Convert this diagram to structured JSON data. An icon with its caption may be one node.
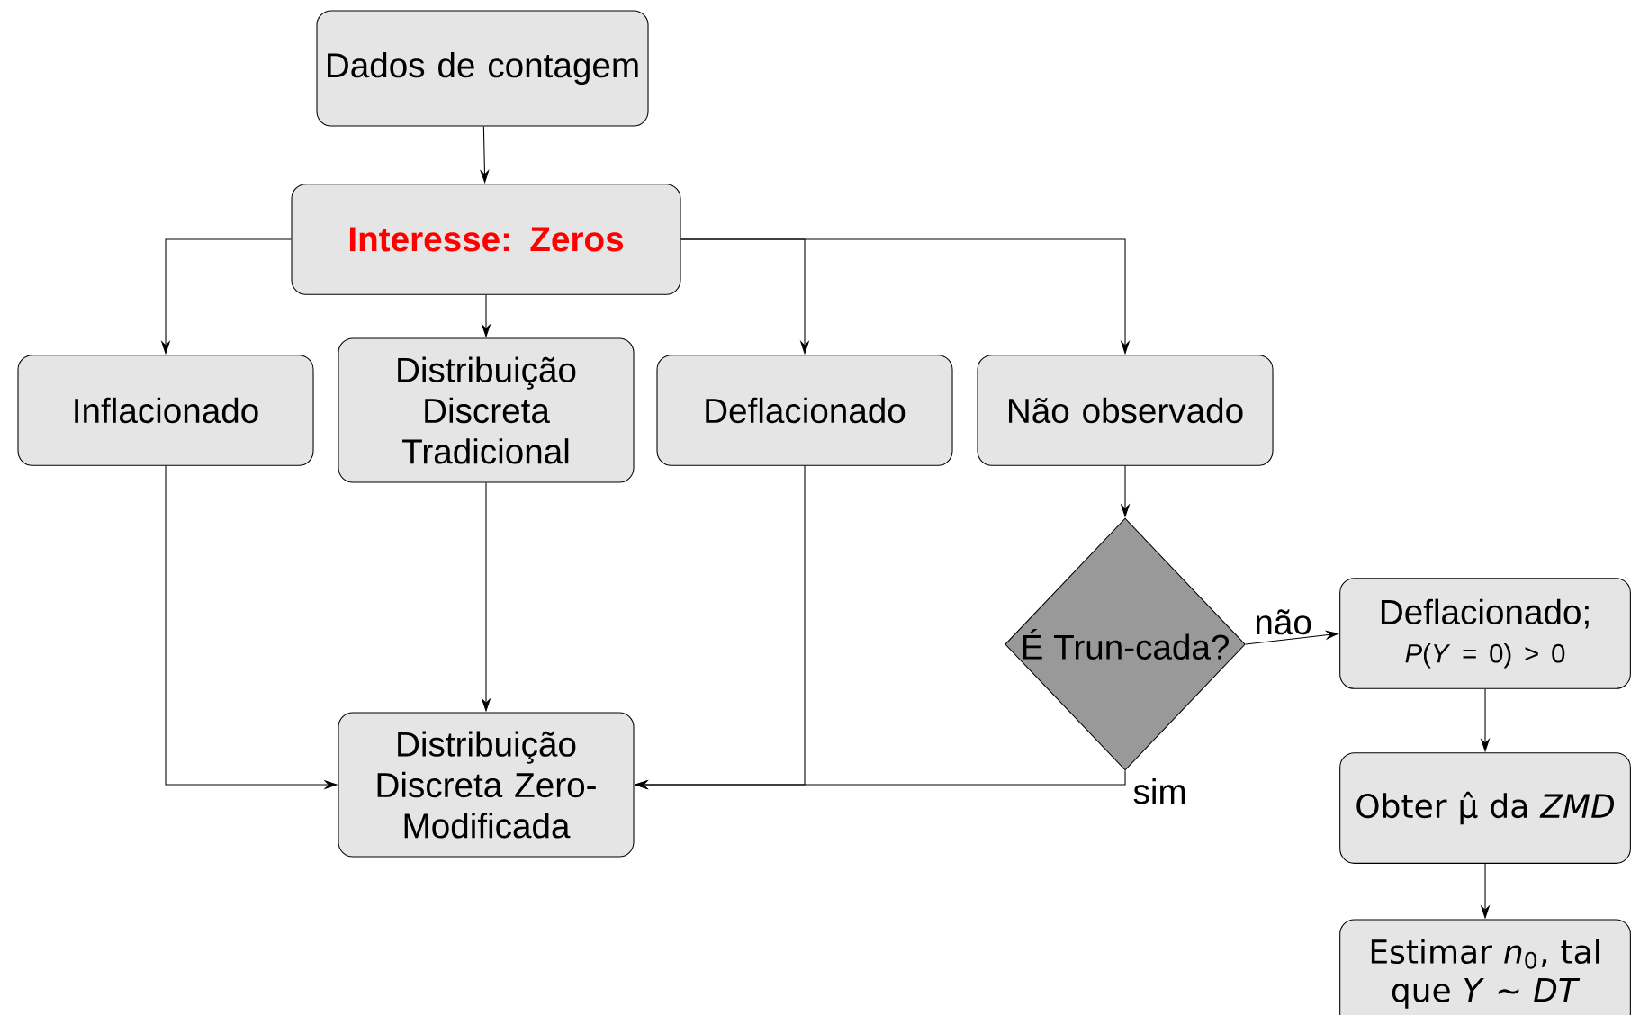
{
  "diagram": {
    "nodes": [
      {
        "text": [
          "Dados de contagem"
        ]
      },
      {
        "text": [
          "Interesse: Zeros"
        ]
      },
      {
        "text": [
          "Inflacionado"
        ]
      },
      {
        "text": [
          "Distribuição Discreta Tradicional"
        ]
      },
      {
        "text": [
          "Deflacionado"
        ]
      },
      {
        "text": [
          "Não observado"
        ]
      },
      {
        "text": [
          "Distribuição Discreta Zero-Modificada"
        ]
      },
      {
        "text": [
          "É Trun-cada?"
        ]
      },
      {
        "text": [
          "Deflacionado;",
          "*P*(*Y* = 0) > 0"
        ]
      },
      {
        "text": [
          "Obter μ̂ da *ZMD*"
        ]
      },
      {
        "text": [
          "Estimar *n*$_{0}$, tal que *Y* ∼ *DT*"
        ]
      }
    ],
    "edges": [
      {
        "from": 0,
        "to": 1,
        "arrow": "to"
      },
      {
        "from": 1,
        "to": 2,
        "arrow": "to"
      },
      {
        "from": 1,
        "to": 3,
        "arrow": "to"
      },
      {
        "from": 1,
        "to": 4,
        "arrow": "to"
      },
      {
        "from": 1,
        "to": 5,
        "arrow": "to"
      },
      {
        "from": 2,
        "to": 6,
        "arrow": "to"
      },
      {
        "from": 3,
        "to": 6,
        "arrow": "to"
      },
      {
        "from": 4,
        "to": 6,
        "arrow": "to"
      },
      {
        "from": 5,
        "to": 7,
        "arrow": "to"
      },
      {
        "from": 7,
        "to": 8,
        "label": "não",
        "arrow": "to"
      },
      {
        "from": 7,
        "to": 6,
        "label": "sim",
        "arrow": "to"
      },
      {
        "from": 8,
        "to": 9,
        "arrow": "to"
      },
      {
        "from": 9,
        "to": 10,
        "arrow": "to"
      }
    ]
  }
}
